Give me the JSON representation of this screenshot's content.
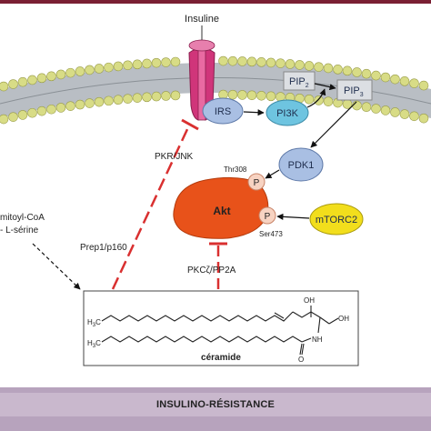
{
  "labels": {
    "insuline": "Insuline",
    "irs": "IRS",
    "pi3k": "PI3K",
    "pip2_main": "PIP",
    "pip2_sub": "2",
    "pip3_main": "PIP",
    "pip3_sub": "3",
    "pdk1": "PDK1",
    "akt": "Akt",
    "p1": "P",
    "p2": "P",
    "thr308": "Thr308",
    "ser473": "Ser473",
    "mtorc2": "mTORC2",
    "pkr_jnk": "PKR/JNK",
    "prep1": "Prep1/p160",
    "pkcz": "PKCζ/PP2A",
    "palmitoyl_line1": "mitoyl-CoA",
    "palmitoyl_line2": "- L-sérine",
    "ceramide": "céramide",
    "h3c_1": "H",
    "h3c_1_sub": "3",
    "h3c_1_c": "C",
    "h3c_2": "H",
    "h3c_2_sub": "3",
    "h3c_2_c": "C",
    "oh1": "OH",
    "oh2": "OH",
    "nh": "NH",
    "o": "O"
  },
  "footer": {
    "title": "INSULINO-RÉSISTANCE"
  },
  "colors": {
    "membrane_head": "#d8dc86",
    "membrane_tail": "#9aa0a8",
    "receptor": "#d0357a",
    "node_blue": "#a9bfe3",
    "akt": "#e8521a",
    "mtorc2": "#f2de1c",
    "phospho": "#f7d3c2",
    "inhibit": "#d93030",
    "footer": "#c9b8cd"
  }
}
